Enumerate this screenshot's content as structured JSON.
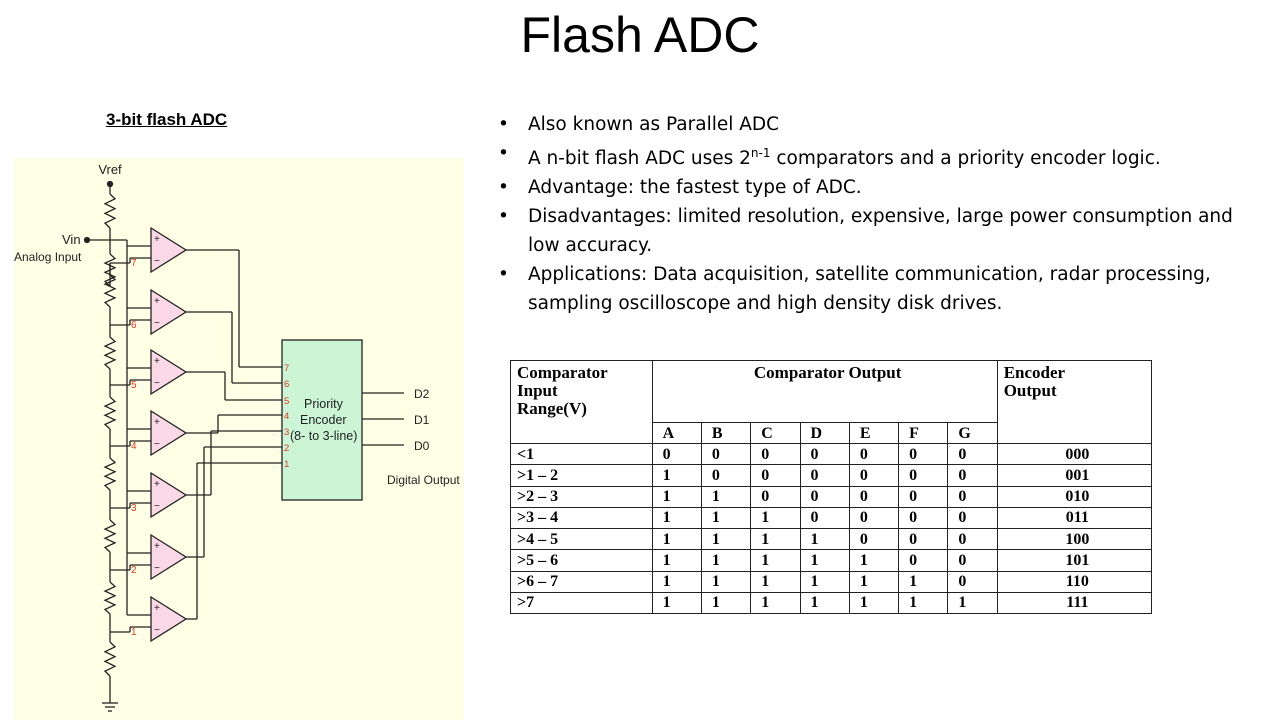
{
  "title": "Flash ADC",
  "subtitle": "3-bit flash ADC",
  "bullets": [
    "Also known as Parallel ADC",
    "A n-bit flash ADC uses 2",
    "n-1",
    " comparators and a priority encoder logic.",
    "Advantage: the fastest type of ADC.",
    "Disadvantages: limited resolution, expensive, large power consumption and low accuracy.",
    "Applications: Data acquisition, satellite communication, radar processing, sampling oscilloscope and high density disk drives."
  ],
  "diagram": {
    "vref": "Vref",
    "vin": "Vin",
    "analog_input": "Analog Input",
    "encoder_lines": [
      "Priority",
      "Encoder",
      "(8- to 3-line)"
    ],
    "outputs": [
      "D2",
      "D1",
      "D0"
    ],
    "digital_output": "Digital Output",
    "comparator_numbers": [
      "7",
      "6",
      "5",
      "4",
      "3",
      "2",
      "1"
    ],
    "encoder_input_numbers": [
      "7",
      "6",
      "5",
      "4",
      "3",
      "2",
      "1"
    ],
    "plus": "+",
    "minus": "−",
    "colors": {
      "background": "#ffffe6",
      "encoder_fill": "#ccf5d6",
      "comparator_fill": "#fbd8e6",
      "number_color": "#e23b1f"
    }
  },
  "table": {
    "header_input": [
      "Comparator",
      "Input",
      "Range(V)"
    ],
    "header_output": "Comparator Output",
    "header_encoder": [
      "Encoder",
      "Output"
    ],
    "columns": [
      "A",
      "B",
      "C",
      "D",
      "E",
      "F",
      "G"
    ],
    "rows": [
      {
        "range": "<1",
        "bits": [
          "0",
          "0",
          "0",
          "0",
          "0",
          "0",
          "0"
        ],
        "code": "000"
      },
      {
        "range": ">1 – 2",
        "bits": [
          "1",
          "0",
          "0",
          "0",
          "0",
          "0",
          "0"
        ],
        "code": "001"
      },
      {
        "range": ">2 – 3",
        "bits": [
          "1",
          "1",
          "0",
          "0",
          "0",
          "0",
          "0"
        ],
        "code": "010"
      },
      {
        "range": ">3 – 4",
        "bits": [
          "1",
          "1",
          "1",
          "0",
          "0",
          "0",
          "0"
        ],
        "code": "011"
      },
      {
        "range": ">4 – 5",
        "bits": [
          "1",
          "1",
          "1",
          "1",
          "0",
          "0",
          "0"
        ],
        "code": "100"
      },
      {
        "range": ">5 – 6",
        "bits": [
          "1",
          "1",
          "1",
          "1",
          "1",
          "0",
          "0"
        ],
        "code": "101"
      },
      {
        "range": ">6 – 7",
        "bits": [
          "1",
          "1",
          "1",
          "1",
          "1",
          "1",
          "0"
        ],
        "code": "110"
      },
      {
        "range": ">7",
        "bits": [
          "1",
          "1",
          "1",
          "1",
          "1",
          "1",
          "1"
        ],
        "code": "111"
      }
    ]
  }
}
